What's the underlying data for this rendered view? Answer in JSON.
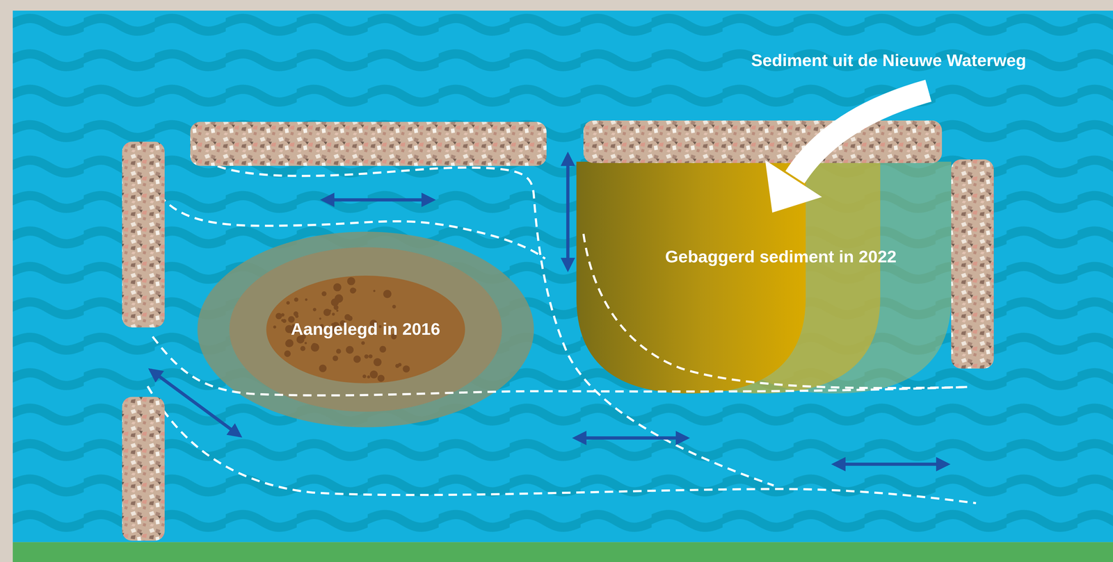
{
  "diagram": {
    "nodes": [
      {
        "text": [
          "Gebaggerd sediment in 2022"
        ]
      },
      {
        "text": [
          "Aangelegd in 2016"
        ]
      }
    ],
    "labels": [
      "Sediment uit de Nieuwe Waterweg"
    ]
  }
}
